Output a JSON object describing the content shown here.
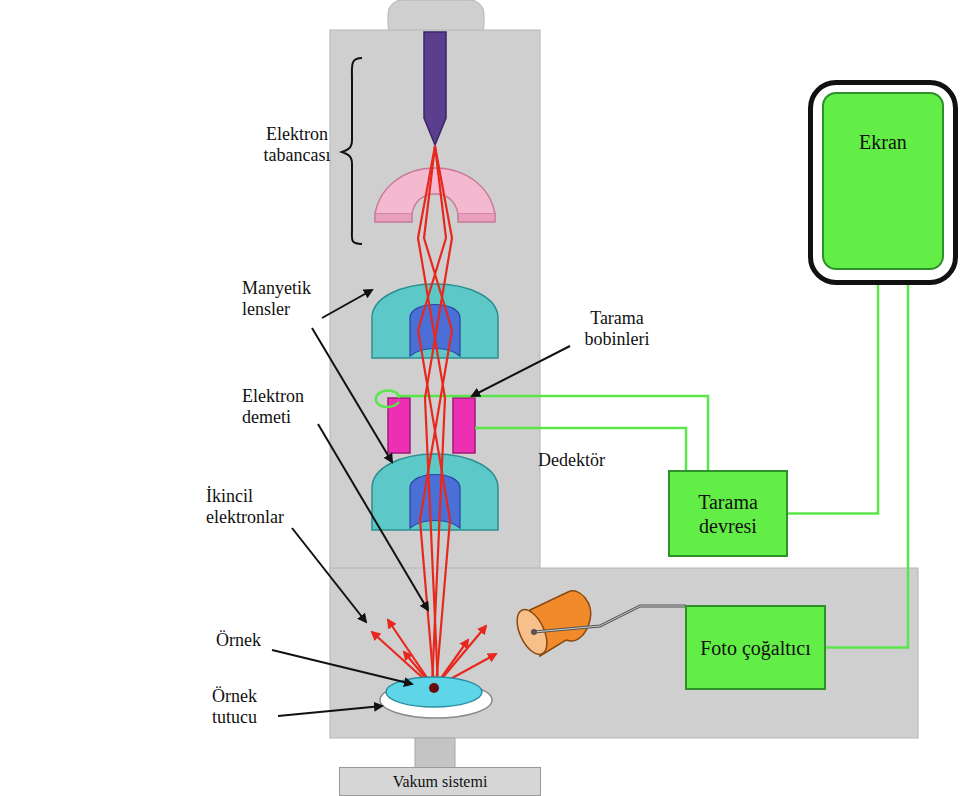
{
  "diagram": {
    "nodes": [
      {
        "text": [
          "Ekran"
        ]
      },
      {
        "text": [
          "Tarama devresi"
        ]
      },
      {
        "text": [
          "Foto çoğaltıcı"
        ]
      },
      {
        "text": [
          "Vakum sistemi"
        ]
      }
    ],
    "edges": [
      {
        "from": 1,
        "to": 0,
        "arrow": "none"
      },
      {
        "from": 2,
        "to": 0,
        "arrow": "none"
      }
    ],
    "labels": [
      "Elektron tabancası",
      "Tarama bobinleri",
      "Manyetik lensler",
      "Elektron demeti",
      "İkincil elektronlar",
      "Örnek",
      "Örnek tutucu",
      "Dedektör"
    ]
  }
}
